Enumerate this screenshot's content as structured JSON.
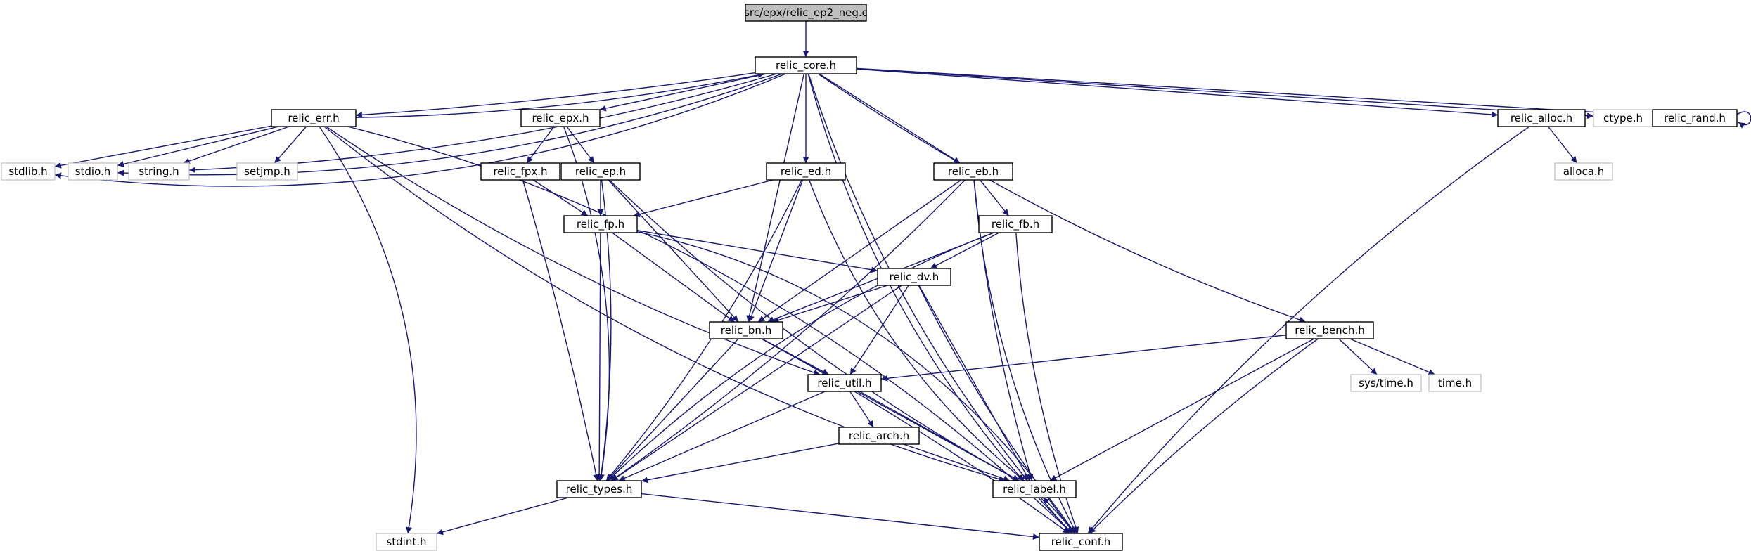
{
  "diagram": {
    "type": "include-dependency-graph",
    "colors": {
      "edge": "#191970",
      "node_border": "#000000",
      "system_node_border": "#bfbfbf",
      "root_fill": "#bfbfbf",
      "background": "#ffffff"
    },
    "nodes": [
      {
        "id": "root",
        "label": "src/epx/relic_ep2_neg.c",
        "kind": "root"
      },
      {
        "id": "core",
        "label": "relic_core.h",
        "kind": "header"
      },
      {
        "id": "err",
        "label": "relic_err.h",
        "kind": "header"
      },
      {
        "id": "epx",
        "label": "relic_epx.h",
        "kind": "header"
      },
      {
        "id": "ed",
        "label": "relic_ed.h",
        "kind": "header"
      },
      {
        "id": "eb",
        "label": "relic_eb.h",
        "kind": "header"
      },
      {
        "id": "alloc",
        "label": "relic_alloc.h",
        "kind": "header"
      },
      {
        "id": "ctype",
        "label": "ctype.h",
        "kind": "system"
      },
      {
        "id": "rand",
        "label": "relic_rand.h",
        "kind": "header"
      },
      {
        "id": "stdlib",
        "label": "stdlib.h",
        "kind": "system"
      },
      {
        "id": "stdio",
        "label": "stdio.h",
        "kind": "system"
      },
      {
        "id": "string",
        "label": "string.h",
        "kind": "system"
      },
      {
        "id": "setjmp",
        "label": "setjmp.h",
        "kind": "system"
      },
      {
        "id": "fpx",
        "label": "relic_fpx.h",
        "kind": "header"
      },
      {
        "id": "ep",
        "label": "relic_ep.h",
        "kind": "header"
      },
      {
        "id": "alloca",
        "label": "alloca.h",
        "kind": "system"
      },
      {
        "id": "fp",
        "label": "relic_fp.h",
        "kind": "header"
      },
      {
        "id": "fb",
        "label": "relic_fb.h",
        "kind": "header"
      },
      {
        "id": "dv",
        "label": "relic_dv.h",
        "kind": "header"
      },
      {
        "id": "bn",
        "label": "relic_bn.h",
        "kind": "header"
      },
      {
        "id": "bench",
        "label": "relic_bench.h",
        "kind": "header"
      },
      {
        "id": "util",
        "label": "relic_util.h",
        "kind": "header"
      },
      {
        "id": "systime",
        "label": "sys/time.h",
        "kind": "system"
      },
      {
        "id": "time",
        "label": "time.h",
        "kind": "system"
      },
      {
        "id": "arch",
        "label": "relic_arch.h",
        "kind": "header"
      },
      {
        "id": "types",
        "label": "relic_types.h",
        "kind": "header"
      },
      {
        "id": "label",
        "label": "relic_label.h",
        "kind": "header"
      },
      {
        "id": "stdint",
        "label": "stdint.h",
        "kind": "system"
      },
      {
        "id": "conf",
        "label": "relic_conf.h",
        "kind": "header"
      }
    ],
    "edges": [
      [
        "root",
        "core"
      ],
      [
        "core",
        "err"
      ],
      [
        "core",
        "epx"
      ],
      [
        "core",
        "ed"
      ],
      [
        "core",
        "eb"
      ],
      [
        "core",
        "bn"
      ],
      [
        "core",
        "alloc"
      ],
      [
        "core",
        "ctype"
      ],
      [
        "core",
        "rand"
      ],
      [
        "core",
        "label"
      ],
      [
        "core",
        "bench"
      ],
      [
        "core",
        "conf"
      ],
      [
        "core",
        "stdlib"
      ],
      [
        "core",
        "stdio"
      ],
      [
        "core",
        "string"
      ],
      [
        "err",
        "core"
      ],
      [
        "err",
        "stdlib"
      ],
      [
        "err",
        "stdio"
      ],
      [
        "err",
        "string"
      ],
      [
        "err",
        "setjmp"
      ],
      [
        "err",
        "util"
      ],
      [
        "err",
        "label"
      ],
      [
        "err",
        "stdint"
      ],
      [
        "err",
        "conf"
      ],
      [
        "epx",
        "fpx"
      ],
      [
        "epx",
        "ep"
      ],
      [
        "epx",
        "types"
      ],
      [
        "fpx",
        "fp"
      ],
      [
        "fpx",
        "types"
      ],
      [
        "ep",
        "fp"
      ],
      [
        "ep",
        "bn"
      ],
      [
        "ep",
        "types"
      ],
      [
        "ep",
        "label"
      ],
      [
        "ed",
        "fp"
      ],
      [
        "ed",
        "bn"
      ],
      [
        "ed",
        "types"
      ],
      [
        "ed",
        "label"
      ],
      [
        "eb",
        "fb"
      ],
      [
        "eb",
        "bn"
      ],
      [
        "eb",
        "types"
      ],
      [
        "eb",
        "label"
      ],
      [
        "eb",
        "conf"
      ],
      [
        "fb",
        "dv"
      ],
      [
        "fb",
        "bn"
      ],
      [
        "fb",
        "types"
      ],
      [
        "fb",
        "conf"
      ],
      [
        "fp",
        "dv"
      ],
      [
        "fp",
        "bn"
      ],
      [
        "fp",
        "types"
      ],
      [
        "fp",
        "conf"
      ],
      [
        "dv",
        "bn"
      ],
      [
        "dv",
        "util"
      ],
      [
        "dv",
        "types"
      ],
      [
        "dv",
        "label"
      ],
      [
        "dv",
        "conf"
      ],
      [
        "bn",
        "util"
      ],
      [
        "bn",
        "types"
      ],
      [
        "bn",
        "label"
      ],
      [
        "bn",
        "conf"
      ],
      [
        "bench",
        "util"
      ],
      [
        "bench",
        "systime"
      ],
      [
        "bench",
        "time"
      ],
      [
        "bench",
        "label"
      ],
      [
        "bench",
        "conf"
      ],
      [
        "util",
        "arch"
      ],
      [
        "util",
        "types"
      ],
      [
        "util",
        "label"
      ],
      [
        "arch",
        "types"
      ],
      [
        "arch",
        "label"
      ],
      [
        "types",
        "stdint"
      ],
      [
        "types",
        "conf"
      ],
      [
        "label",
        "conf"
      ],
      [
        "conf",
        "label"
      ],
      [
        "alloc",
        "alloca"
      ],
      [
        "alloc",
        "conf"
      ],
      [
        "rand",
        "rand"
      ]
    ]
  }
}
